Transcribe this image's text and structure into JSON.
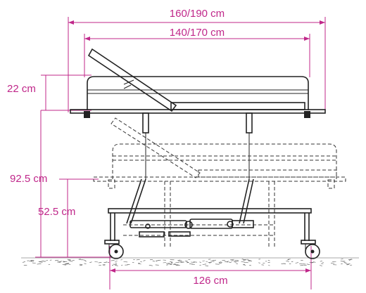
{
  "dimensions": {
    "outer_length": "160/190 cm",
    "inner_length": "140/170 cm",
    "rail_height": "22 cm",
    "max_height": "92.5 cm",
    "min_height": "52.5 cm",
    "wheelbase": "126 cm"
  },
  "colors": {
    "dimension": "#c0278a",
    "lines": "#222222"
  }
}
